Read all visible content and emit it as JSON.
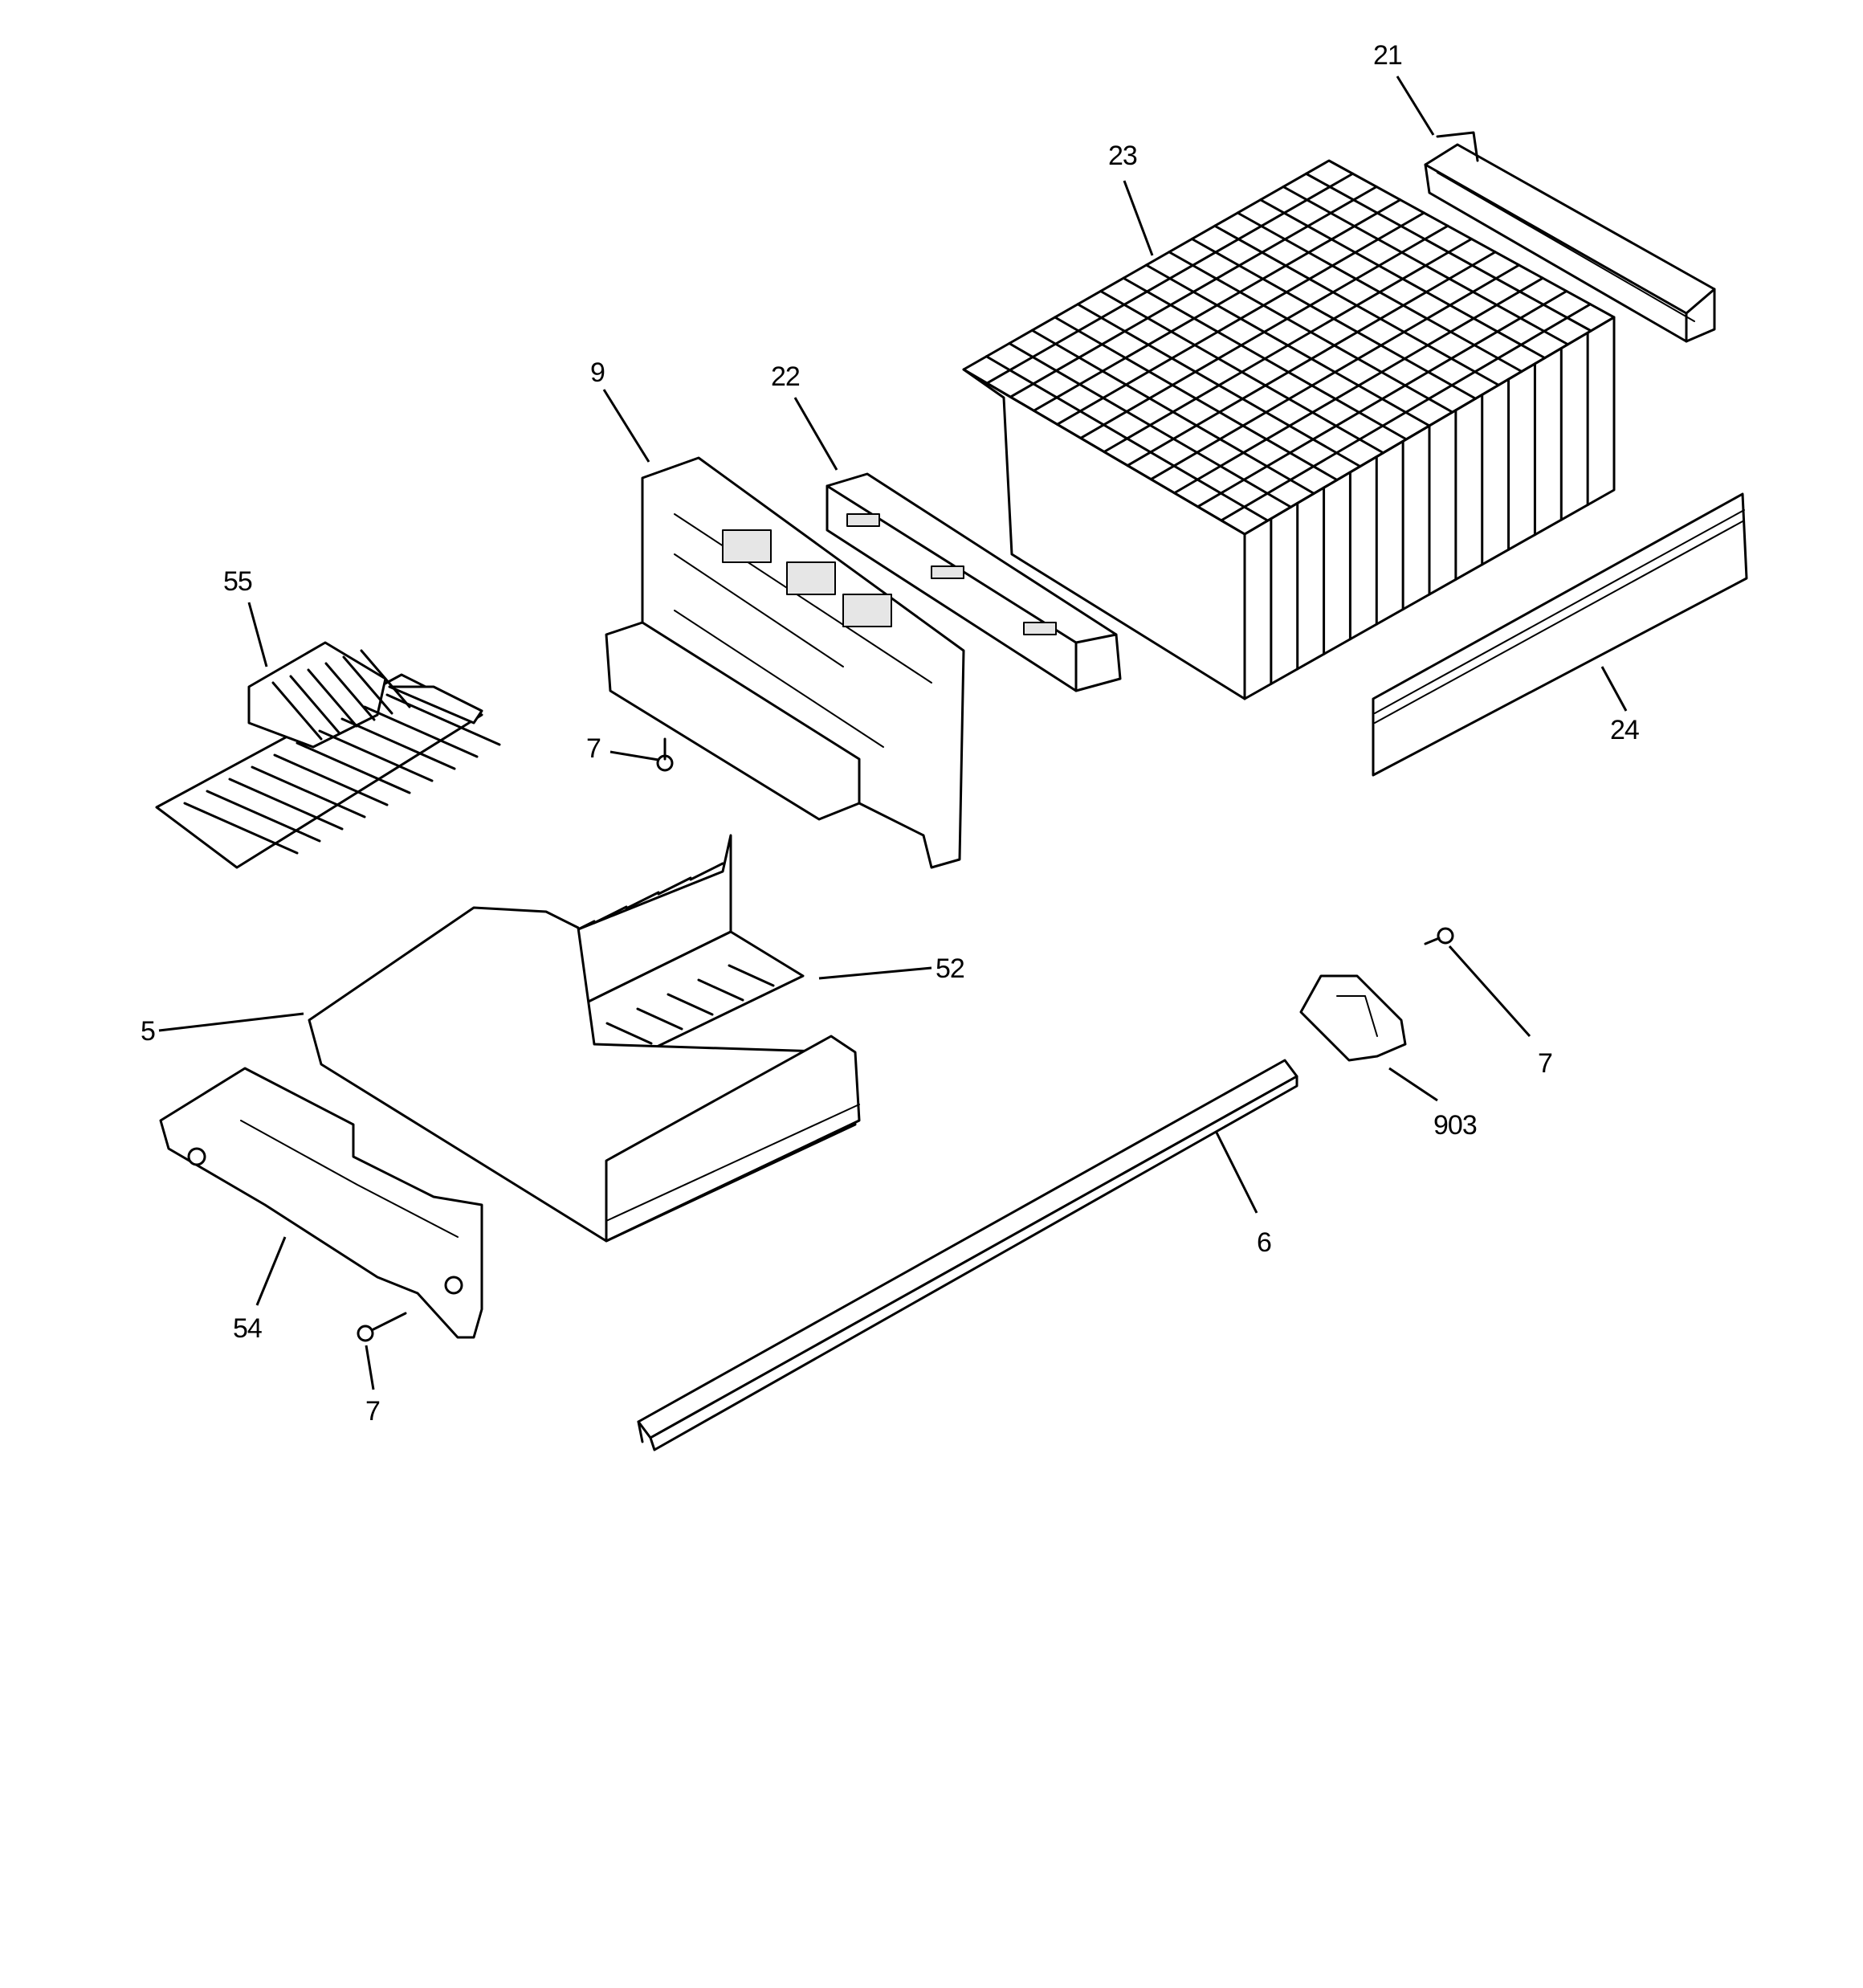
{
  "callouts": [
    {
      "id": "21",
      "label": "21"
    },
    {
      "id": "23",
      "label": "23"
    },
    {
      "id": "9",
      "label": "9"
    },
    {
      "id": "22",
      "label": "22"
    },
    {
      "id": "55",
      "label": "55"
    },
    {
      "id": "24",
      "label": "24"
    },
    {
      "id": "7a",
      "label": "7"
    },
    {
      "id": "52",
      "label": "52"
    },
    {
      "id": "5",
      "label": "5"
    },
    {
      "id": "7b",
      "label": "7"
    },
    {
      "id": "903",
      "label": "903"
    },
    {
      "id": "6",
      "label": "6"
    },
    {
      "id": "54",
      "label": "54"
    },
    {
      "id": "7c",
      "label": "7"
    }
  ]
}
